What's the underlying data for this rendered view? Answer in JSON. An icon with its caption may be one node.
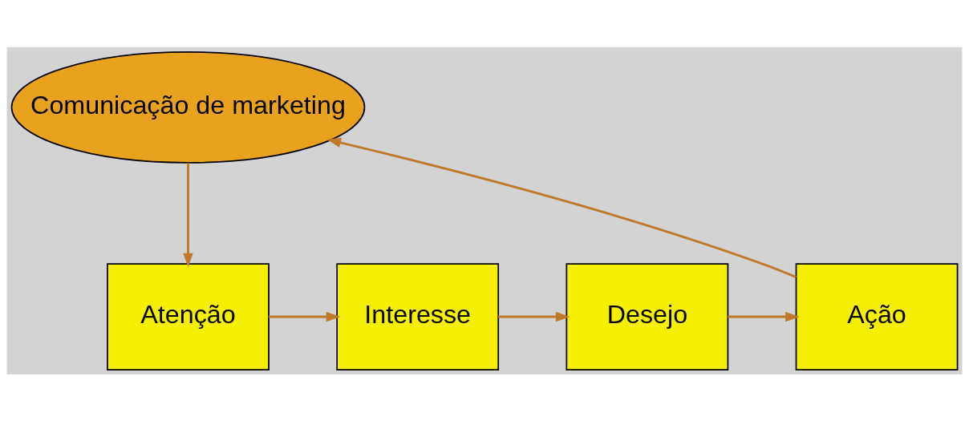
{
  "diagram": {
    "nodes": [
      {
        "text": [
          "Comunicação de marketing"
        ]
      },
      {
        "text": [
          "Atenção"
        ]
      },
      {
        "text": [
          "Interesse"
        ]
      },
      {
        "text": [
          "Desejo"
        ]
      },
      {
        "text": [
          "Ação"
        ]
      }
    ],
    "edges": [
      {
        "from": 0,
        "to": 1,
        "arrow": "to"
      },
      {
        "from": 1,
        "to": 2,
        "arrow": "to"
      },
      {
        "from": 2,
        "to": 3,
        "arrow": "to"
      },
      {
        "from": 3,
        "to": 4,
        "arrow": "to"
      },
      {
        "from": 4,
        "to": 0,
        "arrow": "to"
      }
    ]
  }
}
